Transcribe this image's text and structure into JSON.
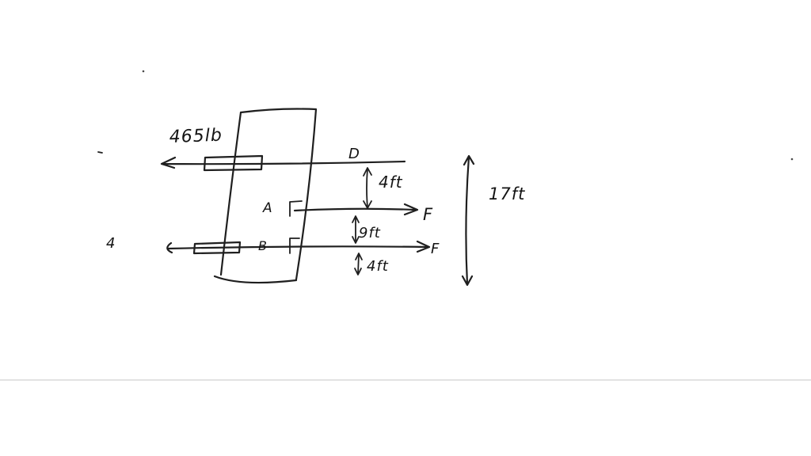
{
  "canvas": {
    "background_color": "#ffffff",
    "ink_color": "#1f1f1f",
    "divider_color": "#d9d9d9"
  },
  "sketch": {
    "weight_label": "465lb",
    "point_d": "D",
    "dim_d_to_a": "4ft",
    "point_a": "A",
    "force_a": "F",
    "dim_a_to_b": "9ft",
    "point_b": "B",
    "force_b": "F",
    "dim_b_to_bottom": "4ft",
    "dim_total": "17ft",
    "left_mark": "4"
  }
}
